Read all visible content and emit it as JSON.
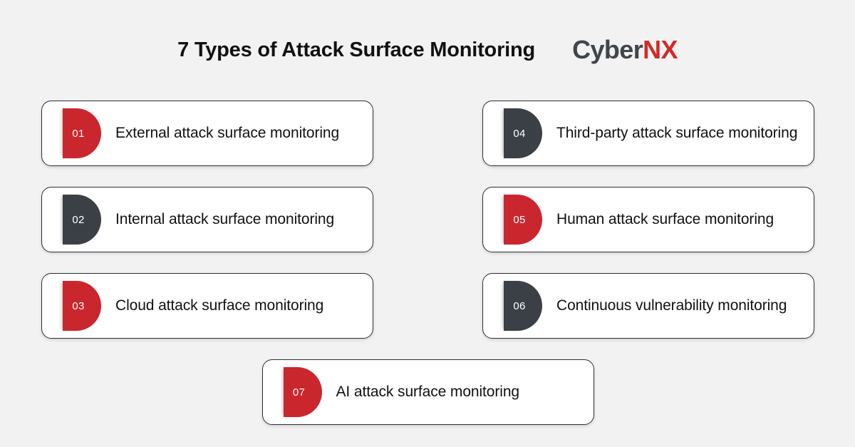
{
  "header": {
    "title": "7 Types of Attack Surface Monitoring",
    "logo": {
      "part1": "Cyber",
      "part2": "NX"
    }
  },
  "colors": {
    "background": "#f2f2f2",
    "badge_red": "#c9272d",
    "badge_dark": "#3b4046",
    "card_background": "#ffffff",
    "card_border": "#2d2f33",
    "text": "#111111",
    "logo_cyber": "#3f464c",
    "logo_nx": "#d02b2b"
  },
  "cards": [
    {
      "number": "01",
      "label": "External attack surface monitoring",
      "badge_color": "red"
    },
    {
      "number": "04",
      "label": "Third-party attack surface monitoring",
      "badge_color": "dark"
    },
    {
      "number": "02",
      "label": "Internal attack surface monitoring",
      "badge_color": "dark"
    },
    {
      "number": "05",
      "label": "Human attack surface monitoring",
      "badge_color": "red"
    },
    {
      "number": "03",
      "label": "Cloud attack surface monitoring",
      "badge_color": "red"
    },
    {
      "number": "06",
      "label": "Continuous vulnerability monitoring",
      "badge_color": "dark"
    },
    {
      "number": "07",
      "label": "AI attack surface monitoring",
      "badge_color": "red"
    }
  ]
}
